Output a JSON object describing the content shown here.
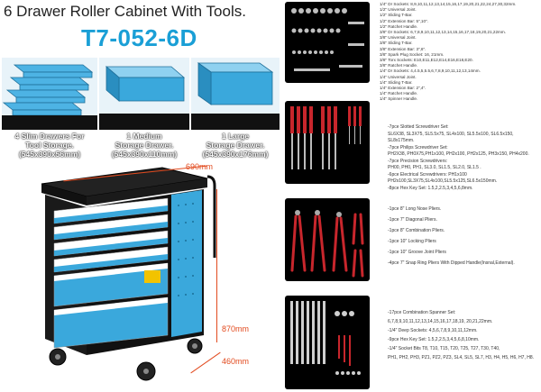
{
  "header": {
    "title": "6 Drawer Roller Cabinet With Tools.",
    "model": "T7-052-6D"
  },
  "drawers": [
    {
      "caption_1": "4 Slim Drawers For",
      "caption_2": "Tool Storage.",
      "caption_3": "(545x390x56mm)"
    },
    {
      "caption_1": "1 Medium",
      "caption_2": "Storage Drawer.",
      "caption_3": "(545x390x110mm)"
    },
    {
      "caption_1": "1 Large",
      "caption_2": "Storage Drawer.",
      "caption_3": "(545x390x176mm)"
    }
  ],
  "dimensions": {
    "width": "690mm",
    "height": "870mm",
    "depth": "460mm"
  },
  "tray1": [
    "1/4\" Dr Sockets: 8,9,10,11,12,13,14,15,16,17,19,20,21,22,24,27,30,32mm.",
    "1/2\" Universal Joint.",
    "1/2\" Sliding T-Bar.",
    "1/2\" Extension Bar: 5\",10\".",
    "1/2\" Ratchet Handle.",
    "3/8\" Dr Sockets: 6,7,8,9,10,11,12,13,14,15,16,17,18,19,20,21,22mm.",
    "3/8\" Universal Joint.",
    "3/8\" Sliding T-Bar.",
    "3/8\" Extension Bar: 3\",6\".",
    "3/8\" Spark Plug Socket: 16, 21mm.",
    "3/8\" Torx Sockets: E10,E11,E12,E14,E16,E18,E20.",
    "3/8\" Ratchet Handle.",
    "1/4\" Dr Sockets: 4,4.5,5,5.5,6,7,8,9,10,11,12,13,14mm.",
    "1/4\" Universal Joint.",
    "1/4\" Sliding T-Bar.",
    "1/4\" Extension Bar: 2\",4\".",
    "1/4\" Ratchet Handle.",
    "1/4\" Spinner Handle."
  ],
  "tray2": [
    "-7pce Slotted Screwdriver Set:",
    "SL6X38, SL3X75, SL5.5x75, SL4x100, SL5.5x100, SL6.5x150,",
    "SL8x175mm.",
    "-7pce Philips Screwdriver Set:",
    "PH2X38, PH0X75,PH1x100, PH2x100, PH2x125, PH3x150, PH4x200.",
    "-7pce Precision Screwdrivers:",
    "PH00, PH0, PH1, SL3.0, SL1.5, SL2.0, SL1.5 .",
    "-6pce Electrical Screwdrivers: PH1x100",
    "PH2x100,SL3X75,SL4x100,SL5.5x125,SL6.5x150mm.",
    "-8pce Hex Key Set: 1.5,2,2.5,3,4,5,6,8mm."
  ],
  "tray3": [
    "-1pce 8\" Long Nose Pliers.",
    "-1pce 7\" Diagonal Pliers.",
    "-1pce 8\" Combination Pliers.",
    "-1pce 10\" Locking Pliers",
    "-1pce 10\" Groove Joint Pliers",
    "-4pce 7\" Snap Ring Pliers With Dipped Handle(Insnal,External)."
  ],
  "tray4": [
    "-17pce Combination Spanner Set:",
    "6,7,8,9,10,11,12,13,14,15,16,17,18,19, 20,21,22mm.",
    "-1/4\" Deep Sockets: 4,5,6,7,8,9,10,11,12mm.",
    "-9pce Hex Key Set: 1.5,2,2.5,3,4,5,6,8,10mm.",
    "-1/4\" Socket Bits T8, T10, T15, T20, T25, T27, T30, T40,",
    "PH1, PH2, PH3, PZ1, PZ2, PZ3, SL4, SL5, SL7, H3, H4, H5, H6, H7, H8."
  ],
  "colors": {
    "accent": "#1a9fd6",
    "cabinet_blue": "#3aa8dc",
    "cabinet_black": "#1a1a1a",
    "dimension": "#e24a1e",
    "tool_red": "#c8262c"
  }
}
